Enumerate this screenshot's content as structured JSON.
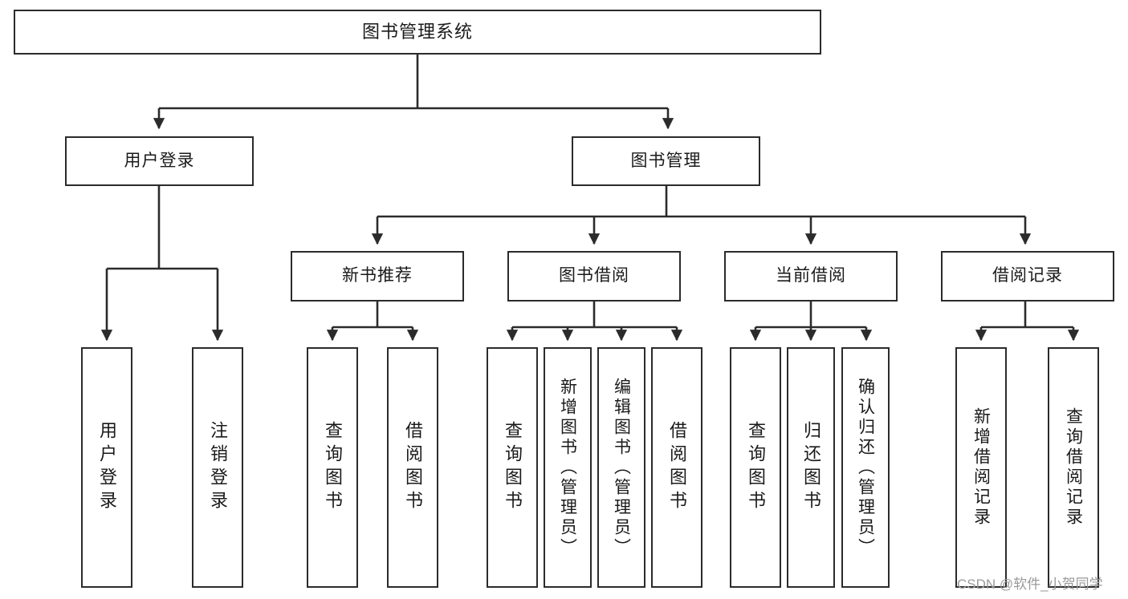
{
  "diagram": {
    "type": "tree",
    "title": "图书管理系统",
    "orientation": "top-down",
    "colors": {
      "box_border": "#2b2b2b",
      "box_fill": "#ffffff",
      "edge": "#2b2b2b",
      "text": "#1a1a1a",
      "watermark": "#9a9a9a",
      "background": "#ffffff"
    },
    "root": {
      "label": "图书管理系统"
    },
    "level1": [
      {
        "label": "用户登录"
      },
      {
        "label": "图书管理"
      }
    ],
    "level2": [
      {
        "label": "新书推荐"
      },
      {
        "label": "图书借阅"
      },
      {
        "label": "当前借阅"
      },
      {
        "label": "借阅记录"
      }
    ],
    "leaves": {
      "user_login": [
        {
          "label": "用户登录"
        },
        {
          "label": "注销登录"
        }
      ],
      "new_book": [
        {
          "label": "查询图书"
        },
        {
          "label": "借阅图书"
        }
      ],
      "borrow_book": [
        {
          "label": "查询图书"
        },
        {
          "label": "新增图书（管理员）"
        },
        {
          "label": "编辑图书（管理员）"
        },
        {
          "label": "借阅图书"
        }
      ],
      "current_borrow": [
        {
          "label": "查询图书"
        },
        {
          "label": "归还图书"
        },
        {
          "label": "确认归还（管理员）"
        }
      ],
      "borrow_record": [
        {
          "label": "新增借阅记录"
        },
        {
          "label": "查询借阅记录"
        }
      ]
    },
    "watermark": "CSDN @软件_小贺同学"
  }
}
